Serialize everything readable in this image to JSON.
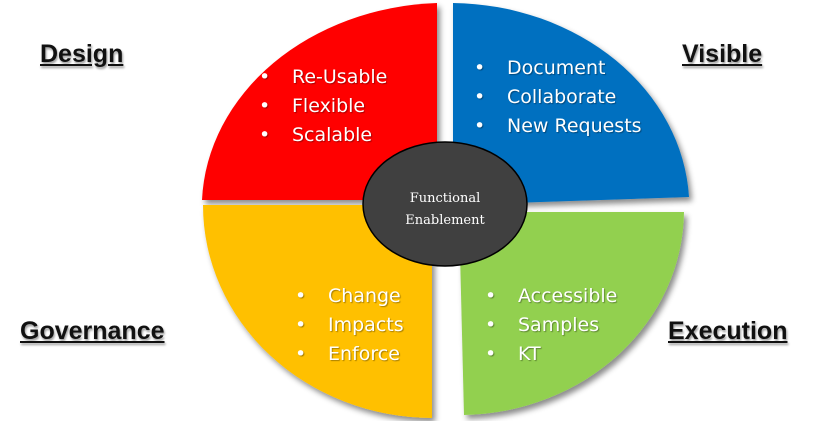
{
  "corners": {
    "design": "Design",
    "visible": "Visible",
    "governance": "Governance",
    "execution": "Execution"
  },
  "quadrants": {
    "design": {
      "color": "#ff0000",
      "text_color": "#ffffff",
      "items": [
        "Re-Usable",
        "Flexible",
        "Scalable"
      ]
    },
    "visible": {
      "color": "#0070c0",
      "text_color": "#ffffff",
      "items": [
        "Document",
        "Collaborate",
        "New Requests"
      ]
    },
    "governance": {
      "color": "#ffc000",
      "text_color": "#ffffff",
      "items": [
        "Change",
        "Impacts",
        "Enforce"
      ]
    },
    "execution": {
      "color": "#92d050",
      "text_color": "#ffffff",
      "items": [
        "Accessible",
        "Samples",
        "KT"
      ]
    }
  },
  "center": {
    "line1": "Functional",
    "line2": "Enablement",
    "color": "#404040",
    "border_color": "#000000"
  }
}
